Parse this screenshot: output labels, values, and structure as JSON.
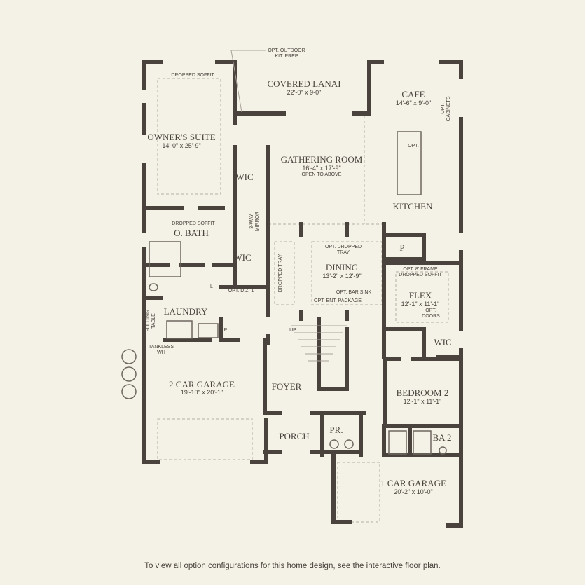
{
  "rooms": {
    "covered_lanai": {
      "name": "COVERED LANAI",
      "dim": "22'-0\" x 9-0\""
    },
    "cafe": {
      "name": "CAFE",
      "dim": "14'-6\" x 9'-0\""
    },
    "owners_suite": {
      "name": "OWNER'S SUITE",
      "dim": "14'-0\" x 25'-9\""
    },
    "gathering_room": {
      "name": "GATHERING ROOM",
      "dim": "16'-4\" x 17'-9\"",
      "note": "OPEN TO ABOVE"
    },
    "kitchen": {
      "name": "KITCHEN"
    },
    "wic_owner": {
      "name": "WIC"
    },
    "wic_bath": {
      "name": "WIC"
    },
    "o_bath": {
      "name": "O. BATH"
    },
    "dining": {
      "name": "DINING",
      "dim": "13'-2\" x 12'-9\""
    },
    "flex": {
      "name": "FLEX",
      "dim": "12'-1\" x 11'-1\""
    },
    "pantry": {
      "name": "P"
    },
    "laundry": {
      "name": "LAUNDRY"
    },
    "laundry_pantry": {
      "name": "P"
    },
    "linen": {
      "name": "L"
    },
    "wic_bed2": {
      "name": "WIC"
    },
    "garage2": {
      "name": "2 CAR GARAGE",
      "dim": "19'-10\" x 20'-1\""
    },
    "foyer": {
      "name": "FOYER"
    },
    "bedroom2": {
      "name": "BEDROOM 2",
      "dim": "12'-1\" x 11'-1\""
    },
    "porch": {
      "name": "PORCH"
    },
    "powder": {
      "name": "PR."
    },
    "ba2": {
      "name": "BA 2"
    },
    "garage1": {
      "name": "1 CAR GARAGE",
      "dim": "20'-2\" x 10'-0\""
    }
  },
  "notes": {
    "outdoor_kit_1": "OPT. OUTDOOR",
    "outdoor_kit_2": "KIT. PREP",
    "dropped_soffit_owner": "DROPPED SOFFIT",
    "opt_cabinets_1": "OPT.",
    "opt_cabinets_2": "CABINETS",
    "opt_island": "OPT.",
    "three_way_1": "3-WAY",
    "three_way_2": "MIRROR",
    "dropped_soffit_bath": "DROPPED SOFFIT",
    "opt_dropped_tray_1": "OPT. DROPPED",
    "opt_dropped_tray_2": "TRAY",
    "dropped_tray": "DROPPED TRAY",
    "opt_bar_sink": "OPT. BAR SINK",
    "opt_ent_package": "OPT. ENT. PACKAGE",
    "opt_frame_1": "OPT. 8' FRAME",
    "opt_frame_2": "DROPPED SOFFIT",
    "opt_doors_1": "OPT.",
    "opt_doors_2": "DOORS",
    "opt_dz": "OPT. D.Z. 1",
    "folding_1": "FOLDING",
    "folding_2": "TABLE",
    "tankless_1": "TANKLESS",
    "tankless_2": "WH",
    "up": "UP"
  },
  "footer": "To view all option configurations for this home design, see the interactive floor plan."
}
